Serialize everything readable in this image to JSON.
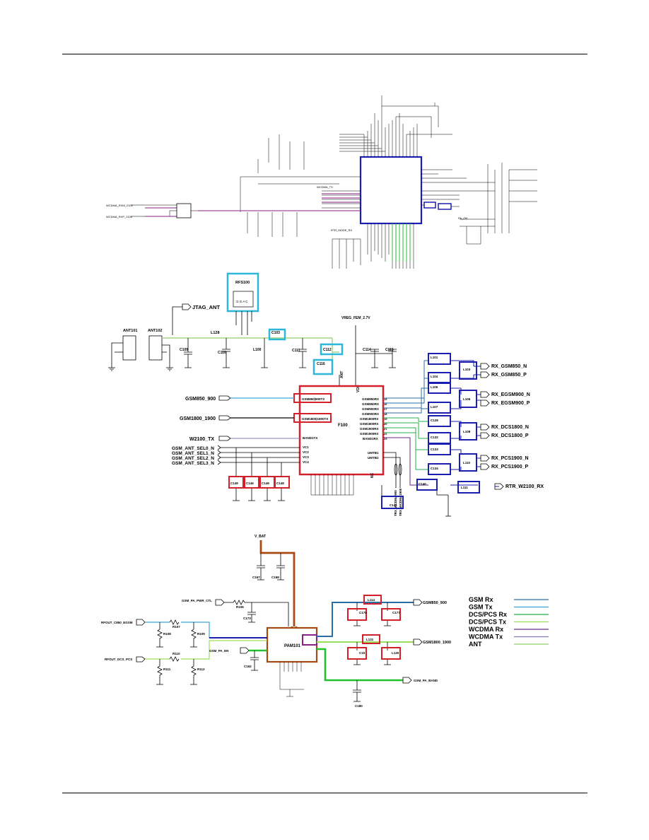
{
  "block1": {
    "labels": {
      "wcdma_rxm": "WCDMA_RXM_2100",
      "wcdma_rxp": "WCDMA_RXP_2100",
      "rtr_mode": "RTR_MODE_RX",
      "pa_on": "PA_ON",
      "wcdma_tx": "WCDMA_TX"
    }
  },
  "block2": {
    "rfs": "RFS100",
    "rfs_pins": "G  G  A  C",
    "jtag_ant": "JTAG_ANT",
    "ant101": "ANT101",
    "ant102": "ANT102",
    "l128": "L128",
    "c109": "C109",
    "c110": "C110",
    "l100": "L100",
    "c111": "C111",
    "c103": "C103",
    "c112": "C112",
    "c116": "C116",
    "c114": "C114",
    "c115": "C115",
    "vreg": "VREG_FEM_2.7V",
    "ant_label": "ANT",
    "vdd_label": "VDD",
    "gsm850_900": "GSM850_900",
    "gsm1800_1900": "GSM1800_1900",
    "w2100_tx": "W2100_TX",
    "sel0": "GSM_ANT_SEL0_N",
    "sel1": "GSM_ANT_SEL1_N",
    "sel2": "GSM_ANT_SEL2_N",
    "sel3": "GSM_ANT_SEL3_N",
    "f100": "F100",
    "pin_gsm_tx": "GSM850|900TX",
    "pin_dcs_tx": "GSM1800|1900TX",
    "pin_band1tx": "BAND1TX",
    "vc": [
      "VC1",
      "VC2",
      "VC3",
      "VC4"
    ],
    "rx_pins": [
      "GSM850RX",
      "GSM850RX",
      "GSM900RX",
      "GSM900RX",
      "GSM1800RX",
      "GSM1800RX",
      "GSM1900RX",
      "GSM1900RX",
      "BAND1RX"
    ],
    "rx_nums": [
      "15",
      "16",
      "17",
      "18",
      "19",
      "20",
      "21",
      "22",
      "23"
    ],
    "umt": [
      "UMTB1",
      "UMTB2"
    ],
    "nc": "NC",
    "caps_bottom": [
      "C149",
      "C146",
      "C149",
      "C148"
    ],
    "trx": [
      "TRX_WCDMA900",
      "TRX_WCDMA1900"
    ],
    "l101": "L101",
    "l103": "L103",
    "l104": "L104",
    "l105a": "L105",
    "l106": "L106",
    "l107": "L107",
    "c128": "C128",
    "l108": "L108",
    "c132": "C132",
    "c133": "C133",
    "l110": "L110",
    "c134": "C134",
    "c140": "C140",
    "l111": "L111",
    "c141": "C141",
    "rx_outs": [
      "RX_GSM850_N",
      "RX_GSM850_P",
      "RX_EGSM900_N",
      "RX_EGSM900_P",
      "RX_DCS1800_N",
      "RX_DCS1800_P",
      "RX_PCS1900_N",
      "RX_PCS1900_P",
      "RTR_W2100_RX"
    ]
  },
  "block3": {
    "vbat": "V_BAT",
    "c167": "C167",
    "c168": "C168",
    "pwr_ctl": "GSM_PA_PWR_CTL",
    "r106": "R106",
    "c173": "C173",
    "rfout_gsm": "RFOUT_C850_EGSM",
    "r107": "R107",
    "r108": "R108",
    "r109": "R109",
    "rfout_dcs": "RFOUT_DCS_PCS",
    "r110": "R110",
    "r111": "R111",
    "r112": "R112",
    "pa_en": "GSM_PA_EN",
    "c162": "C162",
    "pam": "PAM101",
    "l114": "L114",
    "c176": "C176",
    "c177": "C177",
    "out850": "GSM850_900",
    "l131": "L131",
    "c15x": "C15",
    "l130": "L130",
    "out1800": "GSM1800_1900",
    "band2": "GSM_PA_BAND",
    "c180": "C180"
  },
  "legend": {
    "items": [
      {
        "label": "GSM Rx",
        "color": "#2c6fa8"
      },
      {
        "label": "GSM Tx",
        "color": "#3aa6d8"
      },
      {
        "label": "DCS/PCS Rx",
        "color": "#22b24c"
      },
      {
        "label": "DCS/PCS Tx",
        "color": "#9be05a"
      },
      {
        "label": "WCDMA Rx",
        "color": "#6a2a8a"
      },
      {
        "label": "WCDMA Tx",
        "color": "#7f7fb6"
      },
      {
        "label": "ANT",
        "color": "#8fd06a"
      }
    ]
  },
  "colors": {
    "red": "#d4202a",
    "blue": "#1a1fb0",
    "cyan": "#2bb6da",
    "brown": "#a84a14",
    "green": "#22c22c",
    "purple": "#8a1f8a"
  }
}
